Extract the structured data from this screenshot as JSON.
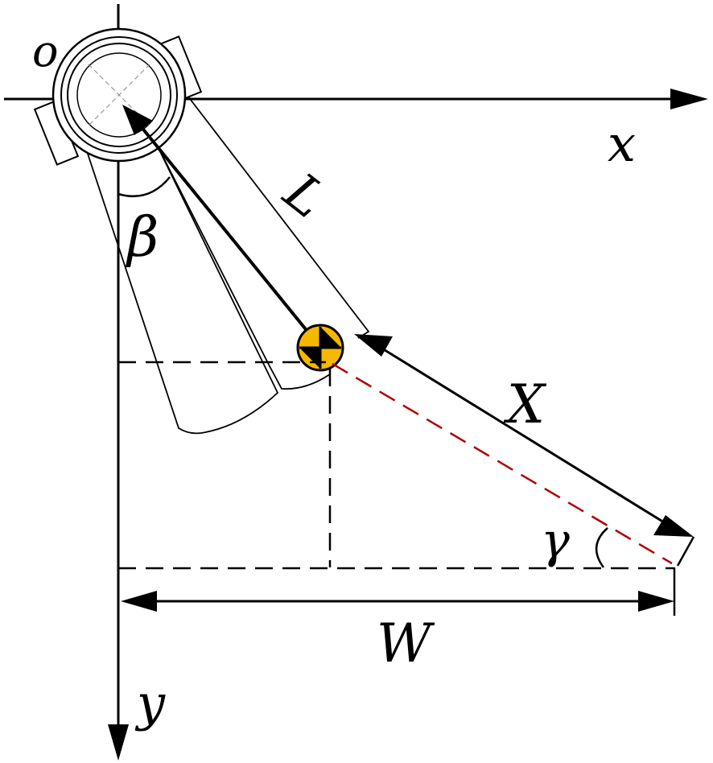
{
  "labels": {
    "origin": "o",
    "x_axis": "x",
    "y_axis": "y",
    "arm_length": "L",
    "angle_beta": "β",
    "distance_x": "X",
    "angle_gamma": "γ",
    "width": "W"
  },
  "colors": {
    "line": "#000000",
    "marker_fill": "#f5b800",
    "trajectory": "#b00000",
    "background": "#ffffff"
  }
}
